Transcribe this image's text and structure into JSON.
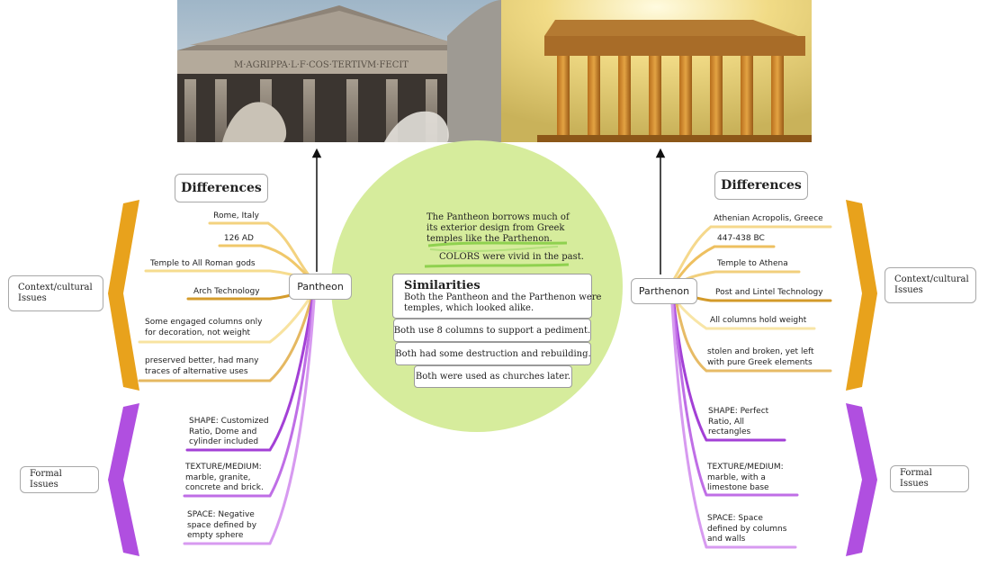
{
  "left": {
    "header": "Differences",
    "node": "Pantheon",
    "context_label": "Context/cultural Issues",
    "formal_label": "Formal Issues",
    "context_items": [
      "Rome, Italy",
      "126 AD",
      "Temple to All Roman gods",
      "Arch Technology",
      [
        "Some engaged columns only",
        "for decoration, not weight"
      ],
      [
        "preserved better, had many",
        "traces of alternative uses"
      ]
    ],
    "formal_items": [
      [
        "SHAPE: Customized",
        "Ratio, Dome and",
        "cylinder included"
      ],
      [
        "TEXTURE/MEDIUM:",
        "marble, granite,",
        "concrete and brick."
      ],
      [
        "SPACE: Negative",
        "space defined by",
        "empty sphere"
      ]
    ]
  },
  "right": {
    "header": "Differences",
    "node": "Parthenon",
    "context_label": "Context/cultural Issues",
    "formal_label": "Formal Issues",
    "context_items": [
      "Athenian Acropolis, Greece",
      "447-438 BC",
      "Temple to Athena",
      "Post and Lintel Technology",
      "All columns hold weight",
      [
        "stolen and broken, yet left",
        "with pure Greek elements"
      ]
    ],
    "formal_items": [
      [
        "SHAPE: Perfect",
        "Ratio, All",
        "rectangles"
      ],
      [
        "TEXTURE/MEDIUM:",
        "marble, with a",
        "limestone base"
      ],
      [
        "SPACE: Space",
        "defined by columns",
        "and walls"
      ]
    ]
  },
  "center": {
    "note": [
      "The Pantheon borrows much of",
      "its exterior design from Greek",
      "temples like the Parthenon."
    ],
    "colors_note": "COLORS were vivid in the past.",
    "title": "Similarities",
    "first": [
      "Both the Pantheon and the Parthenon were",
      "temples, which looked alike."
    ],
    "items": [
      "Both use 8 columns to support a pediment.",
      "Both had some destruction and rebuilding.",
      "Both were used as churches later."
    ]
  },
  "photos": {
    "pantheon_inscription": "M·AGRIPPA·L·F·COS·TERTIVM·FECIT"
  },
  "colors": {
    "context": "#e8a21c",
    "formal": "#b04fe0",
    "circle": "#d6ec9c",
    "green_line": "#8fd14f"
  }
}
